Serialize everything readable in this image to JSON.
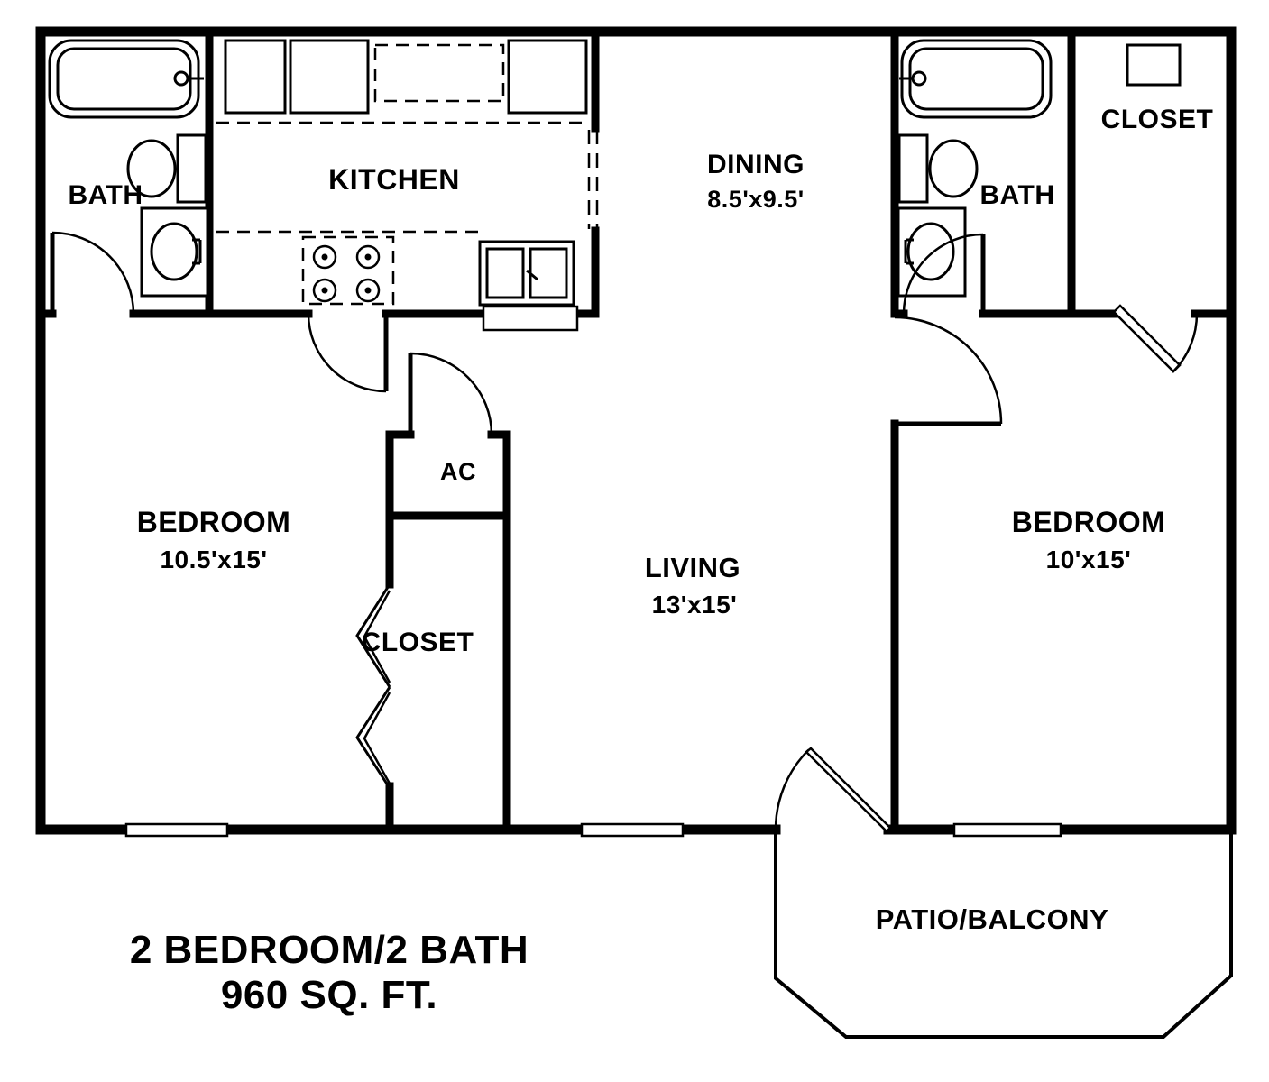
{
  "plan": {
    "footer": {
      "line1": "2 BEDROOM/2 BATH",
      "line2": "960 SQ. FT."
    },
    "rooms": {
      "bath_left": {
        "label": "BATH"
      },
      "kitchen": {
        "label": "KITCHEN"
      },
      "dining": {
        "label": "DINING",
        "dims": "8.5'x9.5'"
      },
      "bath_right": {
        "label": "BATH"
      },
      "closet_top_right": {
        "label": "CLOSET"
      },
      "bedroom_left": {
        "label": "BEDROOM",
        "dims": "10.5'x15'"
      },
      "ac_closet": {
        "label": "AC"
      },
      "closet_center": {
        "label": "CLOSET"
      },
      "living": {
        "label": "LIVING",
        "dims": "13'x15'"
      },
      "bedroom_right": {
        "label": "BEDROOM",
        "dims": "10'x15'"
      },
      "patio": {
        "label": "PATIO/BALCONY"
      }
    },
    "colors": {
      "line": "#000000",
      "background": "#ffffff"
    }
  }
}
